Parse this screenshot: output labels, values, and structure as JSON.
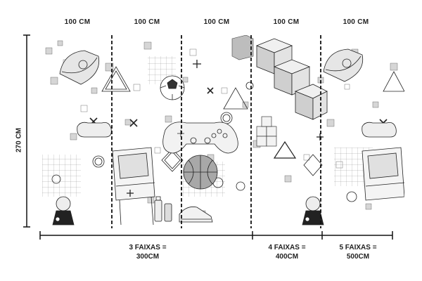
{
  "panels": [
    "100 CM",
    "100 CM",
    "100 CM",
    "100 CM",
    "100 CM"
  ],
  "height": "270 CM",
  "widths": [
    {
      "line1": "3 FAIXAS =",
      "line2": "300CM"
    },
    {
      "line1": "4 FAIXAS =",
      "line2": "400CM"
    },
    {
      "line1": "5 FAIXAS =",
      "line2": "500CM"
    }
  ],
  "illustration": {
    "style": "line-art gaming doodle",
    "elements": [
      "vr-headset",
      "gamepad",
      "basketball",
      "arcade-cabinet",
      "cubes",
      "triangles",
      "circles",
      "crosses",
      "sneakers",
      "spray-cans"
    ]
  },
  "colors": {
    "line": "#111111",
    "shade": "#d4d4d4",
    "dark-shade": "#9a9a9a"
  }
}
